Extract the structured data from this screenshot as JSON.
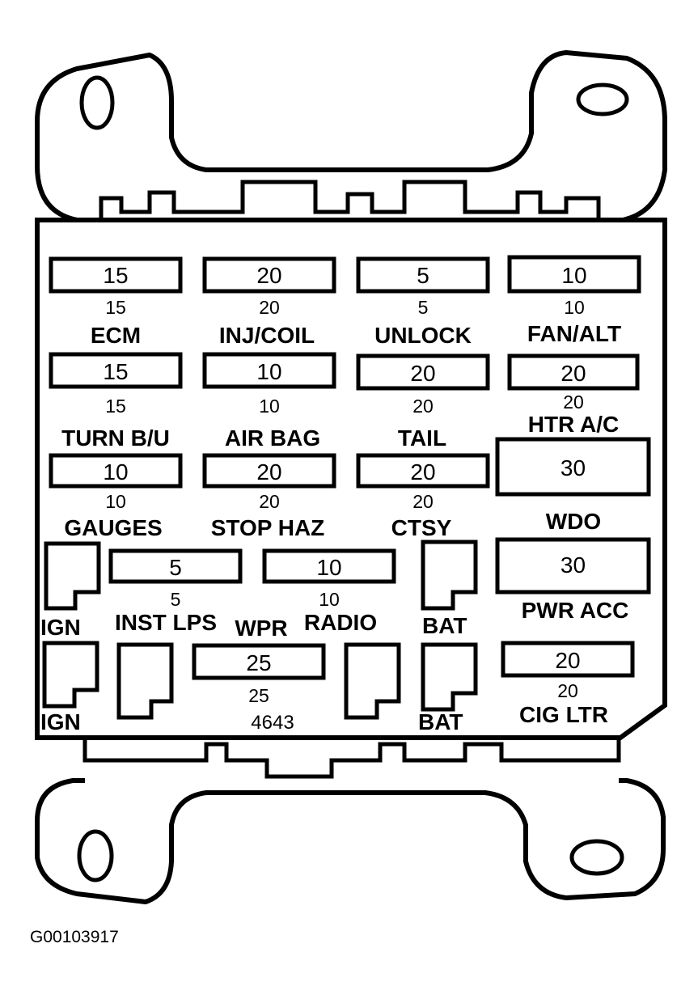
{
  "fuses": [
    {
      "id": "f1",
      "value": "15",
      "sub": "15",
      "label": "ECM"
    },
    {
      "id": "f2",
      "value": "20",
      "sub": "20",
      "label": "INJ/COIL"
    },
    {
      "id": "f3",
      "value": "5",
      "sub": "5",
      "label": "UNLOCK"
    },
    {
      "id": "f4",
      "value": "10",
      "sub": "10",
      "label": "FAN/ALT"
    },
    {
      "id": "f5",
      "value": "15",
      "sub": "15",
      "label": "TURN B/U"
    },
    {
      "id": "f6",
      "value": "10",
      "sub": "10",
      "label": "AIR BAG"
    },
    {
      "id": "f7",
      "value": "20",
      "sub": "20",
      "label": "TAIL"
    },
    {
      "id": "f8",
      "value": "20",
      "sub": "20",
      "label": "HTR A/C"
    },
    {
      "id": "f9",
      "value": "10",
      "sub": "10",
      "label": "GAUGES"
    },
    {
      "id": "f10",
      "value": "20",
      "sub": "20",
      "label": "STOP HAZ"
    },
    {
      "id": "f11",
      "value": "20",
      "sub": "20",
      "label": "CTSY"
    },
    {
      "id": "f12",
      "value": "30",
      "sub": "",
      "label": "WDO"
    },
    {
      "id": "f13",
      "value": "5",
      "sub": "5",
      "label": "INST LPS"
    },
    {
      "id": "f14",
      "value": "10",
      "sub": "10",
      "label": "RADIO"
    },
    {
      "id": "f15",
      "value": "30",
      "sub": "",
      "label": "PWR ACC"
    },
    {
      "id": "f16",
      "value": "25",
      "sub": "25",
      "label": "WPR"
    },
    {
      "id": "f17",
      "value": "20",
      "sub": "20",
      "label": "CIG LTR"
    }
  ],
  "relay_labels": [
    "IGN",
    "BAT",
    "IGN",
    "BAT"
  ],
  "part_number": "4643",
  "figure_id": "G00103917"
}
